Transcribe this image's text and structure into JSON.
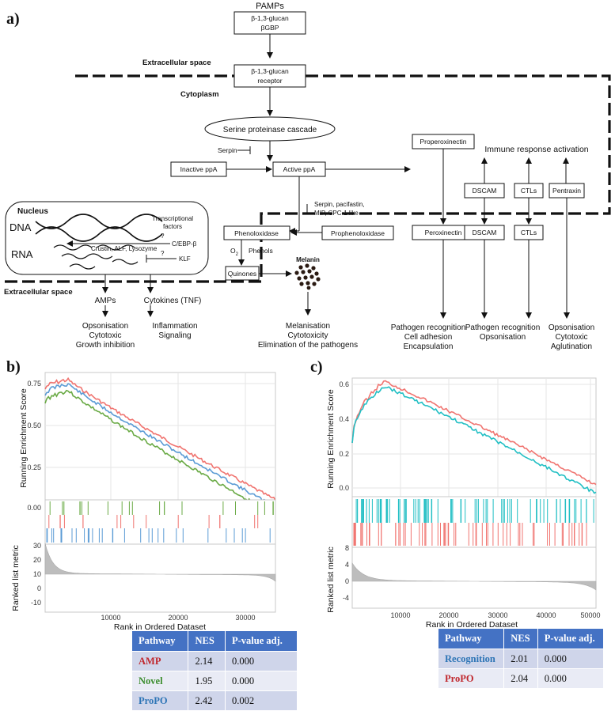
{
  "panel_a": {
    "panel_label": "a)",
    "pamps": "PAMPs",
    "pamps_box": [
      "β-1,3-glucan",
      "βGBP"
    ],
    "extracellular_space_top": "Extracellular space",
    "receptor_box": [
      "β-1,3-glucan",
      "receptor"
    ],
    "cytoplasm": "Cytoplasm",
    "serine_cascade": "Serine proteinase cascade",
    "serpin": "Serpin",
    "inactive_ppa": "Inactive ppA",
    "active_ppa": "Active ppA",
    "properoxinectin": "Properoxinectin",
    "peroxinectin": "Peroxinectin",
    "immune_response": "Immune response activation",
    "dscam": "DSCAM",
    "ctls": "CTLs",
    "pentraxin": "Pentraxin",
    "inhibitors": [
      "Serpin, pacifastin,",
      "MIP, CPC-1 like"
    ],
    "phenoloxidase": "Phenoloxidase",
    "prophenoloxidase": "Prophenoloxidase",
    "o2": "O",
    "o2_sub": "2",
    "phenols": "Phenols",
    "quinones": "Quinones",
    "melanin": "Melanin",
    "nucleus": "Nucleus",
    "dna": "DNA",
    "rna": "RNA",
    "transcriptional_factors": [
      "Transcriptional",
      "factors"
    ],
    "cebp": "C/EBP-β",
    "klf": "KLF",
    "question": "?",
    "crustin": "Crustin, ALF, Lysozyme",
    "extracellular_space_bottom": "Extracellular space",
    "amps": "AMPs",
    "cytokines": "Cytokines (TNF)",
    "outcome_amps": [
      "Opsonisation",
      "Cytotoxic",
      "Growth inhibition"
    ],
    "outcome_cytokines": [
      "Inflammation",
      "Signaling"
    ],
    "outcome_melanin": [
      "Melanisation",
      "Cytotoxicity",
      "Elimination of the pathogens"
    ],
    "outcome_peroxinectin": [
      "Pathogen recognition",
      "Cell adhesion",
      "Encapsulation"
    ],
    "outcome_dscam": [
      "Pathogen recognition",
      "Opsonisation"
    ],
    "outcome_pentraxin": [
      "Opsonisation",
      "Cytotoxic",
      "Aglutination"
    ]
  },
  "panel_b": {
    "panel_label": "b)",
    "ylabel_top": "Running Enrichment Score",
    "ylabel_bottom": "Ranked list metric",
    "xlabel": "Rank in Ordered Dataset",
    "es_ticks": [
      "0.75",
      "0.50",
      "0.25",
      "0.00"
    ],
    "metric_ticks": [
      "30",
      "20",
      "10",
      "0",
      "-10"
    ],
    "x_ticks": [
      "10000",
      "20000",
      "30000"
    ],
    "table_header": [
      "Pathway",
      "NES",
      "P-value adj."
    ],
    "table_rows": [
      {
        "pathway": "AMP",
        "nes": "2.14",
        "padj": "0.000"
      },
      {
        "pathway": "Novel",
        "nes": "1.95",
        "padj": "0.000"
      },
      {
        "pathway": "ProPO",
        "nes": "2.42",
        "padj": "0.002"
      }
    ]
  },
  "panel_c": {
    "panel_label": "c)",
    "ylabel_top": "Running Enrichment Score",
    "ylabel_bottom": "Ranked list metric",
    "xlabel": "Rank in Ordered Dataset",
    "es_ticks": [
      "0.6",
      "0.4",
      "0.2",
      "0.0"
    ],
    "metric_ticks": [
      "8",
      "4",
      "0",
      "-4"
    ],
    "x_ticks": [
      "10000",
      "20000",
      "30000",
      "40000",
      "50000"
    ],
    "table_header": [
      "Pathway",
      "NES",
      "P-value adj."
    ],
    "table_rows": [
      {
        "pathway": "Recognition",
        "nes": "2.01",
        "padj": "0.000"
      },
      {
        "pathway": "ProPO",
        "nes": "2.04",
        "padj": "0.000"
      }
    ]
  },
  "colors": {
    "red": "#f07470",
    "green": "#6aaa45",
    "blue": "#5b9bd5",
    "cyan": "#22bfc4",
    "header": "#4472c4"
  }
}
